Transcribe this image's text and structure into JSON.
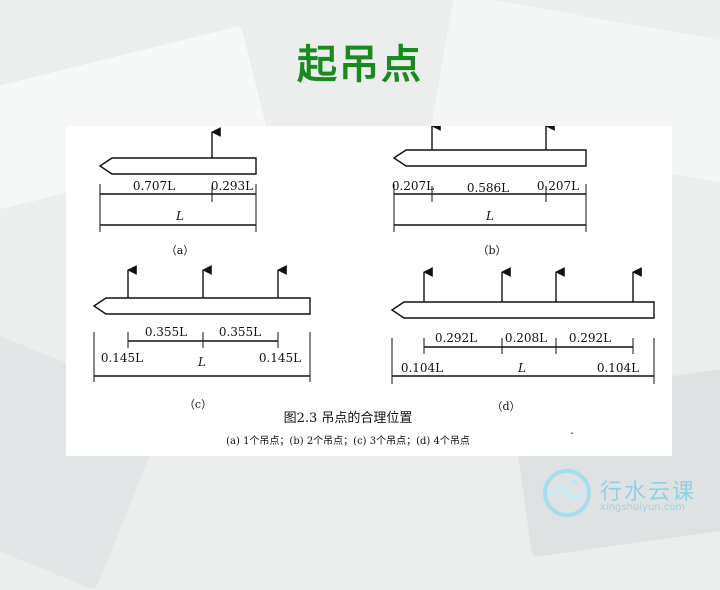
{
  "slide": {
    "title": "起吊点"
  },
  "figure": {
    "caption_title": "图2.3  吊点的合理位置",
    "caption_sub": "(a) 1个吊点；(b) 2个吊点；(c) 3个吊点；(d) 4个吊点",
    "dot": "-",
    "panels": {
      "a": {
        "label": "（a）",
        "segments": [
          "0.707L",
          "0.293L"
        ],
        "total": "L"
      },
      "b": {
        "label": "（b）",
        "segments": [
          "0.207L",
          "0.586L",
          "0.207L"
        ],
        "total": "L"
      },
      "c": {
        "label": "（c）",
        "top_segments": [
          "0.355L",
          "0.355L"
        ],
        "bottom_segments": [
          "0.145L",
          "L",
          "0.145L"
        ]
      },
      "d": {
        "label": "（d）",
        "top_segments": [
          "0.292L",
          "0.208L",
          "0.292L"
        ],
        "bottom_segments": [
          "0.104L",
          "L",
          "0.104L"
        ]
      }
    }
  },
  "logo": {
    "name": "行水云课",
    "domain": "xingshuiyun.com"
  }
}
